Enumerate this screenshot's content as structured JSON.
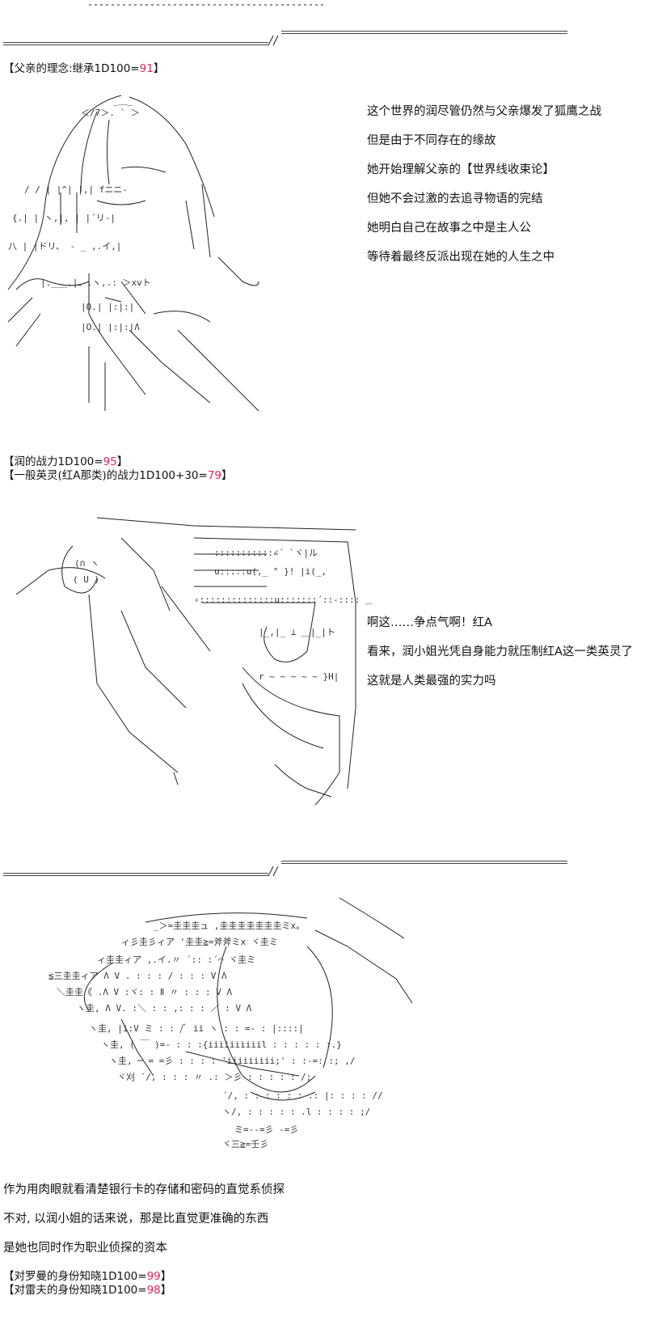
{
  "colors": {
    "accent": "#e0245e",
    "text": "#111111",
    "line": "#444444"
  },
  "section1": {
    "roll": {
      "prefix": "【父亲的理念:继承1D100=",
      "value": "91",
      "suffix": "】"
    },
    "lines": [
      "这个世界的润尽管仍然与父亲爆发了狐鹰之战",
      "但是由于不同存在的缘故",
      "她开始理解父亲的【世界线收束论】",
      "但她不会过激的去追寻物语的完结",
      "她明白自己在故事之中是主人公",
      "等待着最终反派出现在她的人生之中"
    ]
  },
  "section2": {
    "rolls": [
      {
        "prefix": "【润的战力1D100=",
        "value": "95",
        "suffix": "】"
      },
      {
        "prefix": "【一般英灵(红A那类)的战力1D100+30=",
        "value": "79",
        "suffix": "】"
      }
    ],
    "lines": [
      "啊这……争点气啊！红A",
      "看来，润小姐光凭自身能力就压制红A这一类英灵了",
      "这就是人类最强的实力吗"
    ]
  },
  "section3": {
    "lines": [
      "作为用肉眼就看清楚银行卡的存储和密码的直觉系侦探",
      "不对, 以润小姐的话来说，那是比直觉更准确的东西",
      "是她也同时作为职业侦探的资本"
    ],
    "rolls": [
      {
        "prefix": "【对罗曼的身份知晓1D100=",
        "value": "99",
        "suffix": "】"
      },
      {
        "prefix": "【对雷夫的身份知晓1D100=",
        "value": "98",
        "suffix": "】"
      }
    ]
  }
}
